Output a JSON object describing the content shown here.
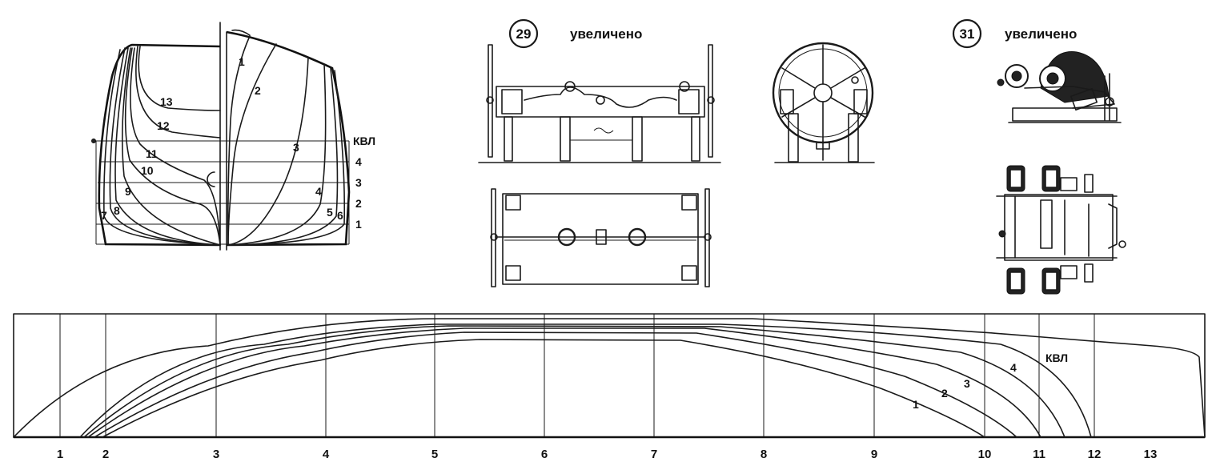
{
  "body_plan": {
    "station_labels": [
      "1",
      "2",
      "3",
      "4",
      "5",
      "6",
      "7",
      "8",
      "9",
      "10",
      "11",
      "12",
      "13"
    ],
    "waterline_labels": [
      "КВЛ",
      "4",
      "3",
      "2",
      "1"
    ]
  },
  "figure_29": {
    "number": "29",
    "caption": "увеличено"
  },
  "figure_31": {
    "number": "31",
    "caption": "увеличено"
  },
  "half_breadth_plan": {
    "waterline_labels": [
      "1",
      "2",
      "3",
      "4",
      "КВЛ"
    ],
    "station_axis": [
      "1",
      "2",
      "3",
      "4",
      "5",
      "6",
      "7",
      "8",
      "9",
      "10",
      "11",
      "12",
      "13"
    ]
  }
}
